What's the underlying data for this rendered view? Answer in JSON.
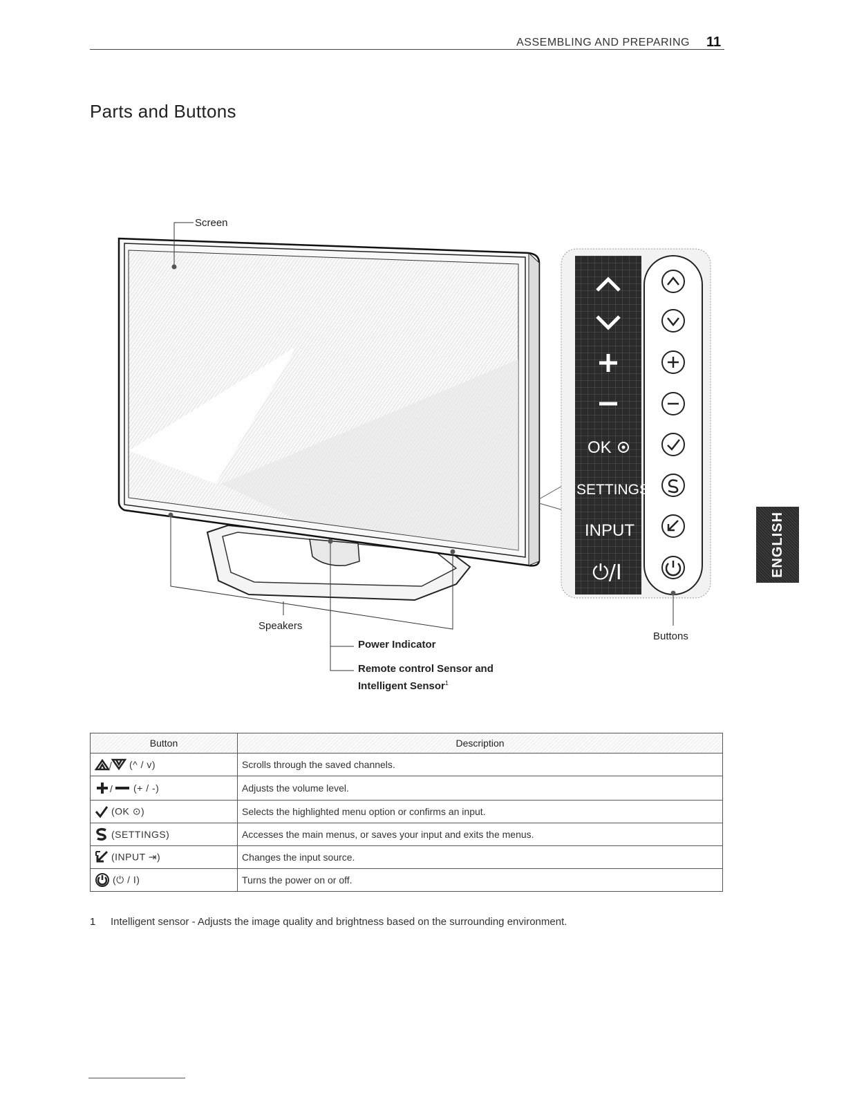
{
  "header": {
    "section": "ASSEMBLING AND PREPARING",
    "page_number": "11"
  },
  "title": "Parts and Buttons",
  "side_tab": "ENGLISH",
  "diagram": {
    "labels": {
      "screen": "Screen",
      "speakers": "Speakers",
      "power_indicator": "Power Indicator",
      "remote_sensor_line1": "Remote control Sensor and",
      "remote_sensor_line2": "Intelligent Sensor",
      "remote_sensor_sup": "1",
      "buttons": "Buttons"
    },
    "panel_labels": {
      "ok": "OK",
      "settings": "SETTINGS",
      "input": "INPUT",
      "power": "⏻/I"
    }
  },
  "table": {
    "headers": {
      "button": "Button",
      "description": "Description"
    },
    "rows": [
      {
        "icon": "up-down-icon",
        "button": "(^ / v)",
        "description": "Scrolls through the saved channels."
      },
      {
        "icon": "plus-minus-icon",
        "button": "(+ / -)",
        "description": "Adjusts the volume level."
      },
      {
        "icon": "check-icon",
        "button": "(OK ⊙)",
        "description": "Selects the highlighted menu option or confirms an input."
      },
      {
        "icon": "settings-s-icon",
        "button": "(SETTINGS)",
        "description": "Accesses the main menus, or saves your input and exits the menus."
      },
      {
        "icon": "input-icon",
        "button": "(INPUT ⇥)",
        "description": "Changes the input source."
      },
      {
        "icon": "power-icon",
        "button": "(⏻ / I)",
        "description": "Turns the power on or off."
      }
    ]
  },
  "footnote": {
    "number": "1",
    "text": "Intelligent sensor - Adjusts the image quality and brightness based on the surrounding environment."
  }
}
